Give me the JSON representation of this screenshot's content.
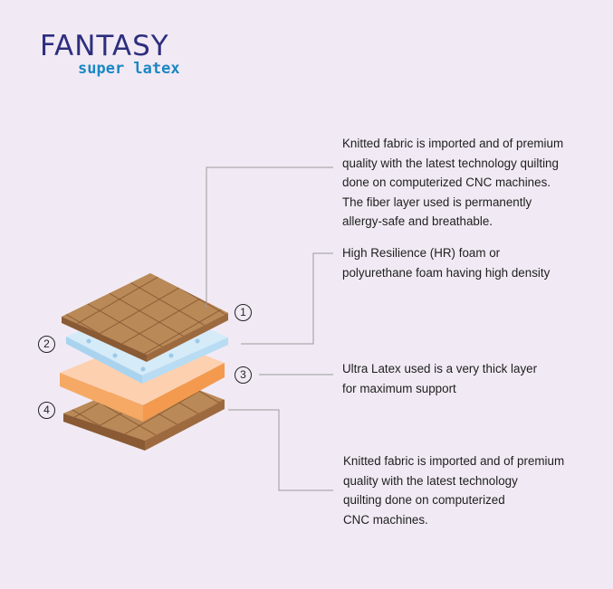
{
  "logo": {
    "brand": "FANTASY",
    "tagline": "super latex"
  },
  "layers": [
    {
      "number": "1",
      "lines": [
        "Knitted fabric is imported and of premium",
        "quality with the latest technology quilting",
        "done on computerized CNC machines.",
        "The fiber layer used is permanently",
        "allergy-safe and breathable."
      ]
    },
    {
      "number": "2",
      "lines": [
        "High Resilience (HR) foam or",
        "polyurethane foam having high density"
      ]
    },
    {
      "number": "3",
      "lines": [
        "Ultra Latex used is a very thick layer",
        "for maximum support"
      ]
    },
    {
      "number": "4",
      "lines": [
        "Knitted fabric is imported and of premium",
        "quality with the latest technology",
        "quilting done on computerized",
        "CNC machines."
      ]
    }
  ],
  "colors": {
    "background": "#f1eaf4",
    "fabric": "#b98957",
    "fabric_dark": "#8a5a34",
    "hr_foam": "#d5ebf8",
    "latex_top": "#fdd0b0",
    "latex_edge": "#f39a4e",
    "brand": "#2d2e7f",
    "tagline": "#1b87c4"
  }
}
